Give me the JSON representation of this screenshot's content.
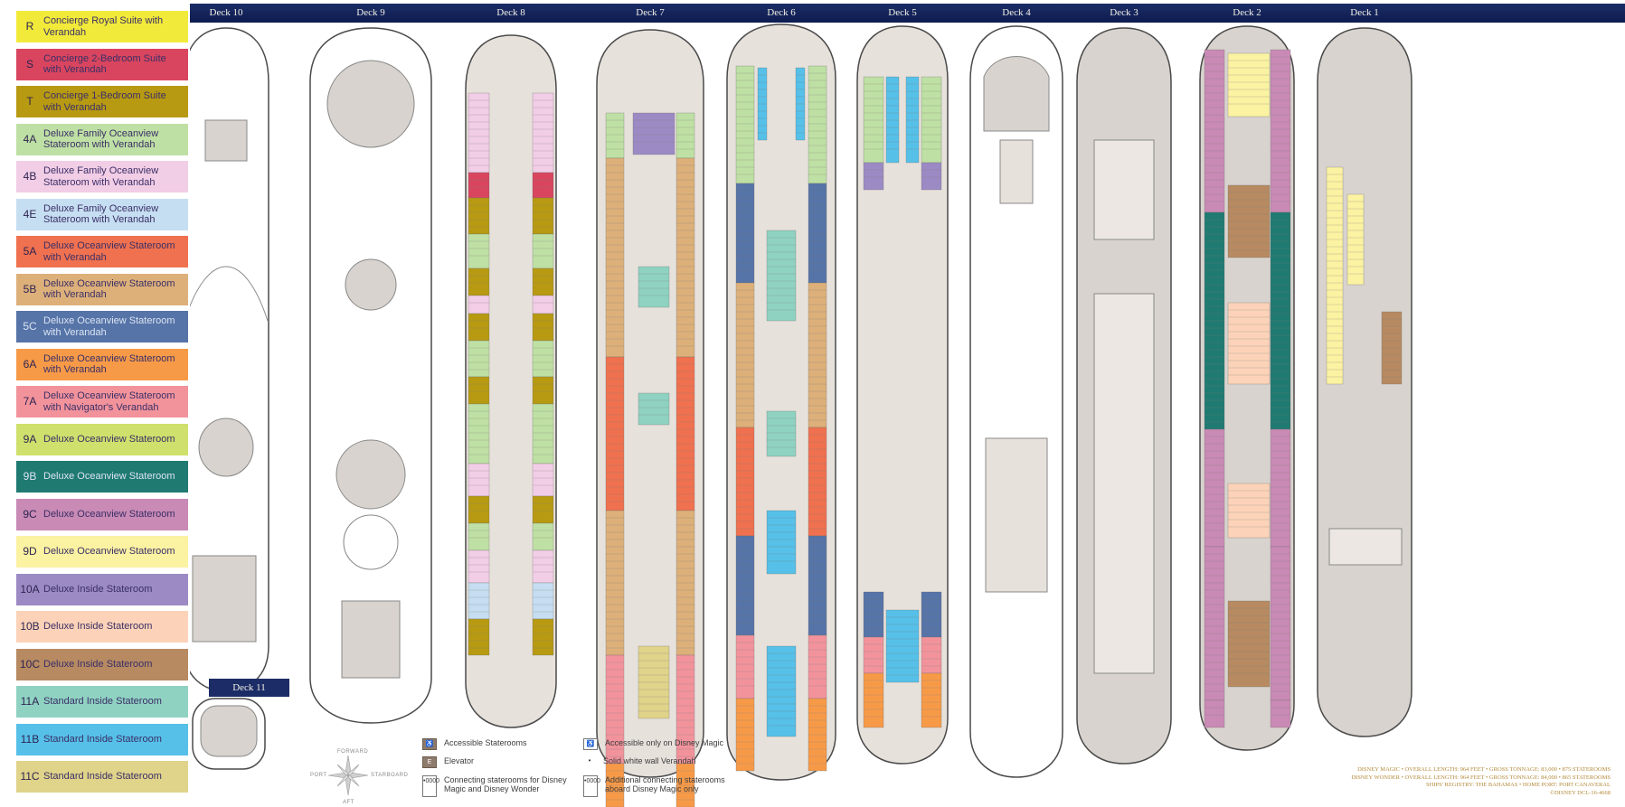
{
  "legend": [
    {
      "code": "R",
      "label": "Concierge Royal Suite with Verandah",
      "color": "#f2ea3a"
    },
    {
      "code": "S",
      "label": "Concierge 2-Bedroom Suite with Verandah",
      "color": "#d9455f"
    },
    {
      "code": "T",
      "label": "Concierge 1-Bedroom Suite with Verandah",
      "color": "#b89a12"
    },
    {
      "code": "4A",
      "label": "Deluxe Family Oceanview Stateroom with Verandah",
      "color": "#bfe0a4"
    },
    {
      "code": "4B",
      "label": "Deluxe Family Oceanview Stateroom with Verandah",
      "color": "#f2cde6"
    },
    {
      "code": "4E",
      "label": "Deluxe Family Oceanview Stateroom with Verandah",
      "color": "#c6def2"
    },
    {
      "code": "5A",
      "label": "Deluxe Oceanview Stateroom with Verandah",
      "color": "#f0714f"
    },
    {
      "code": "5B",
      "label": "Deluxe Oceanview Stateroom with Verandah",
      "color": "#ddb07a"
    },
    {
      "code": "5C",
      "label": "Deluxe Oceanview Stateroom with Verandah",
      "color": "#5674a8"
    },
    {
      "code": "6A",
      "label": "Deluxe Oceanview Stateroom with Verandah",
      "color": "#f79a48"
    },
    {
      "code": "7A",
      "label": "Deluxe Oceanview Stateroom with Navigator's Verandah",
      "color": "#f2939c"
    },
    {
      "code": "9A",
      "label": "Deluxe Oceanview Stateroom",
      "color": "#cfe06c"
    },
    {
      "code": "9B",
      "label": "Deluxe Oceanview Stateroom",
      "color": "#1f7a72"
    },
    {
      "code": "9C",
      "label": "Deluxe Oceanview Stateroom",
      "color": "#c98ab5"
    },
    {
      "code": "9D",
      "label": "Deluxe Oceanview Stateroom",
      "color": "#fbf2a2"
    },
    {
      "code": "10A",
      "label": "Deluxe Inside Stateroom",
      "color": "#9c8ac4"
    },
    {
      "code": "10B",
      "label": "Deluxe Inside Stateroom",
      "color": "#fcd3b8"
    },
    {
      "code": "10C",
      "label": "Deluxe Inside Stateroom",
      "color": "#b78a62"
    },
    {
      "code": "11A",
      "label": "Standard Inside Stateroom",
      "color": "#8fd2c2"
    },
    {
      "code": "11B",
      "label": "Standard Inside Stateroom",
      "color": "#56c0e8"
    },
    {
      "code": "11C",
      "label": "Standard Inside Stateroom",
      "color": "#e0d38a"
    }
  ],
  "decks": [
    "Deck 10",
    "Deck 9",
    "Deck 8",
    "Deck 7",
    "Deck 6",
    "Deck 5",
    "Deck 4",
    "Deck 3",
    "Deck 2",
    "Deck 1"
  ],
  "deck11": "Deck 11",
  "compass": {
    "forward": "FORWARD",
    "aft": "AFT",
    "port": "PORT",
    "starboard": "STARBOARD"
  },
  "key": [
    {
      "symbol": "",
      "text": "Accessible Staterooms"
    },
    {
      "symbol": "E",
      "text": "Elevator"
    },
    {
      "symbol": "•0000",
      "text": "Connecting staterooms for Disney Magic and Disney Wonder"
    },
    {
      "symbol": "",
      "text": "Accessible only on Disney Magic"
    },
    {
      "symbol": "•",
      "text": "Solid white wall Verandah"
    },
    {
      "symbol": "•0000",
      "text": "Additional connecting staterooms aboard Disney Magic only"
    }
  ],
  "ship_info": [
    "DISNEY MAGIC • OVERALL LENGTH: 964 FEET • GROSS TONNAGE: 83,000 • 875 STATEROOMS",
    "DISNEY WONDER • OVERALL LENGTH: 964 FEET • GROSS TONNAGE: 84,000 • 865 STATEROOMS",
    "SHIPS' REGISTRY: THE BAHAMAS • HOME PORT: PORT CANAVERAL",
    "©DISNEY  DCL-16-4668"
  ]
}
